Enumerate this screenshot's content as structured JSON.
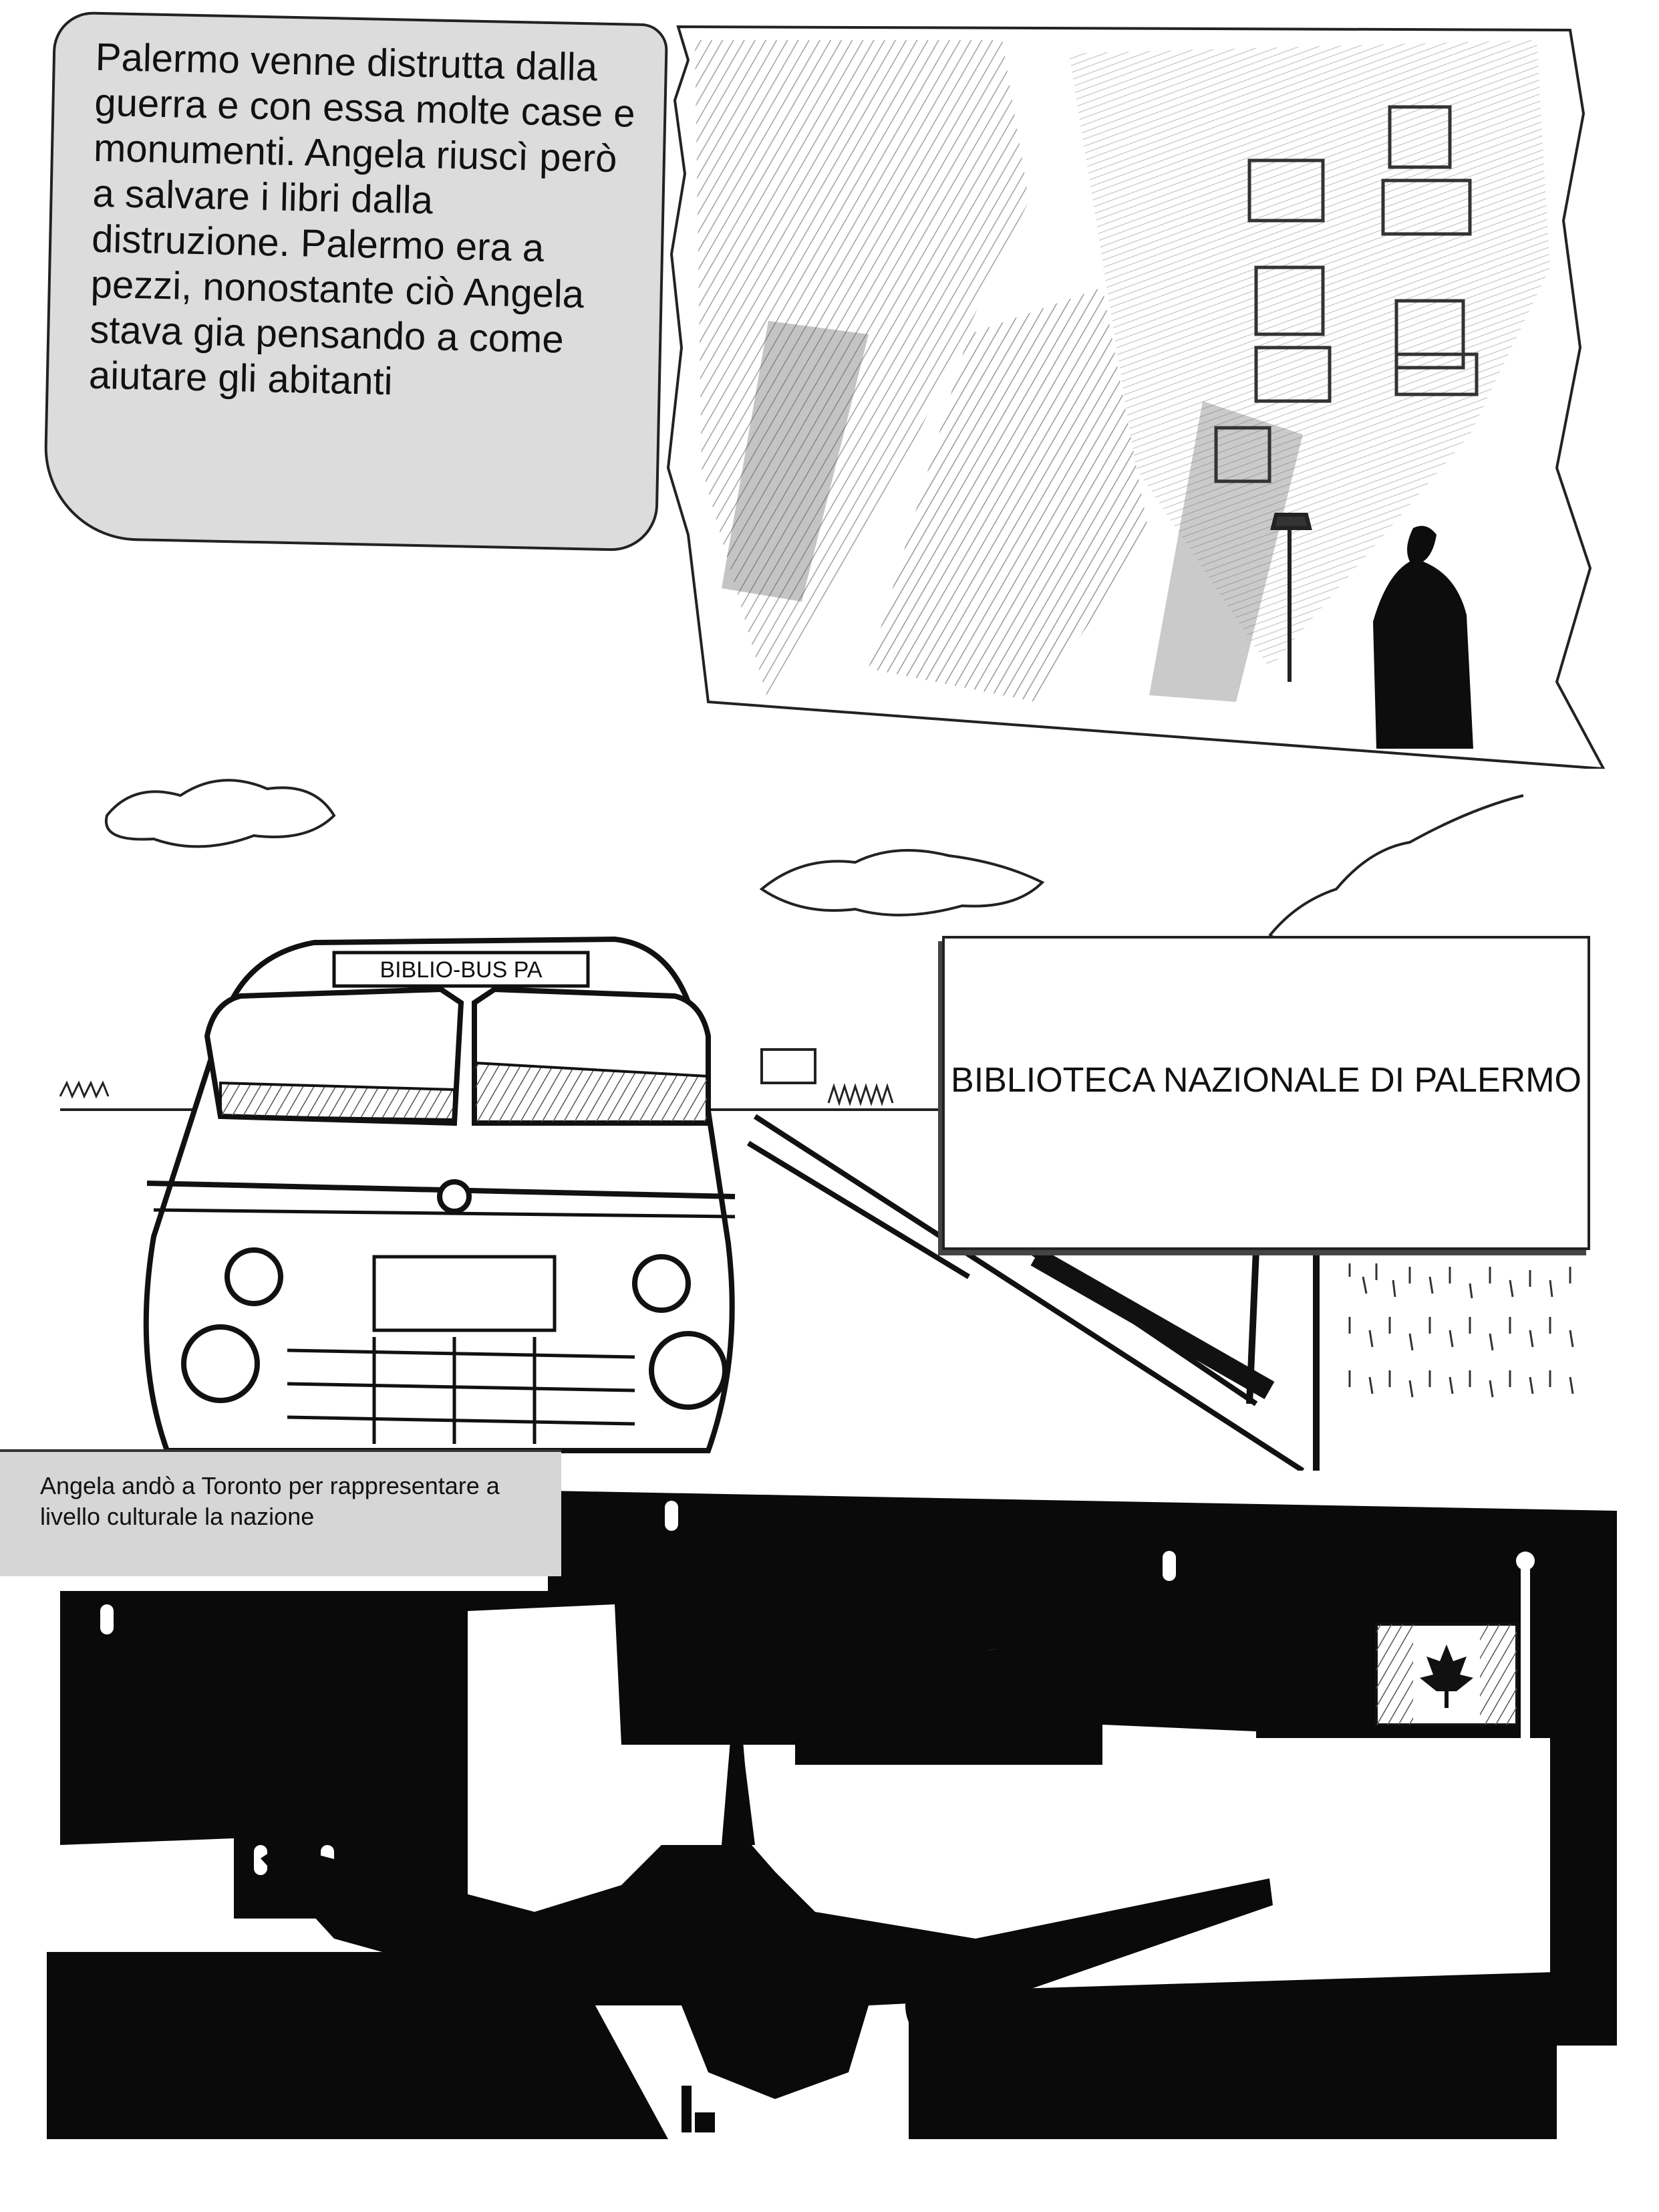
{
  "panels": {
    "top": {
      "caption": "Palermo venne distrutta dalla guerra e con essa molte case e monumenti. Angela riuscì però a salvare i libri dalla distruzione. Palermo era a pezzi, nonostante ciò Angela stava gia pensando a come aiutare gli abitanti"
    },
    "middle": {
      "bus_sign": "BIBLIO-BUS PA",
      "road_sign": "BIBLIOTECA NAZIONALE DI PALERMO"
    },
    "bottom": {
      "caption": "Angela andò a Toronto  per rappresentare a livello culturale la nazione"
    }
  },
  "colors": {
    "ink": "#111111",
    "caption_bg": "#dcdcdc",
    "paper": "#ffffff"
  }
}
